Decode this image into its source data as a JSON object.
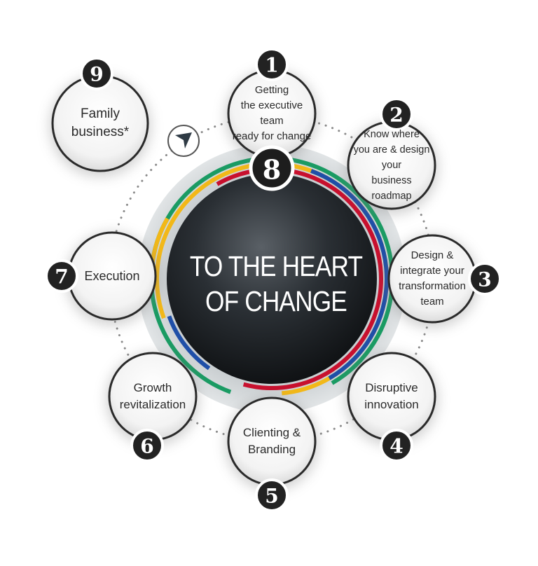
{
  "center": {
    "title": "TO THE HEART\nOF CHANGE"
  },
  "nodes": [
    {
      "number": "1",
      "label": "Getting\nthe executive team\nready for change"
    },
    {
      "number": "2",
      "label": "Know where\nyou are & design your\nbusiness roadmap"
    },
    {
      "number": "3",
      "label": "Design &\nintegrate your\ntransformation\nteam"
    },
    {
      "number": "4",
      "label": "Disruptive\ninnovation"
    },
    {
      "number": "5",
      "label": "Clienting &\nBranding"
    },
    {
      "number": "6",
      "label": "Growth\nrevitalization"
    },
    {
      "number": "7",
      "label": "Execution"
    },
    {
      "number": "8",
      "label": ""
    },
    {
      "number": "9",
      "label": "Family\nbusiness*"
    }
  ],
  "icons": {
    "start_marker": "navigation-arrow-icon"
  },
  "colors": {
    "ring_green": "#1a9b63",
    "ring_yellow": "#f2b818",
    "ring_red": "#c8102e",
    "ring_blue": "#1f4fa8",
    "badge": "#222222",
    "core": "#1b1f23",
    "halo": "#9aa3a8"
  }
}
